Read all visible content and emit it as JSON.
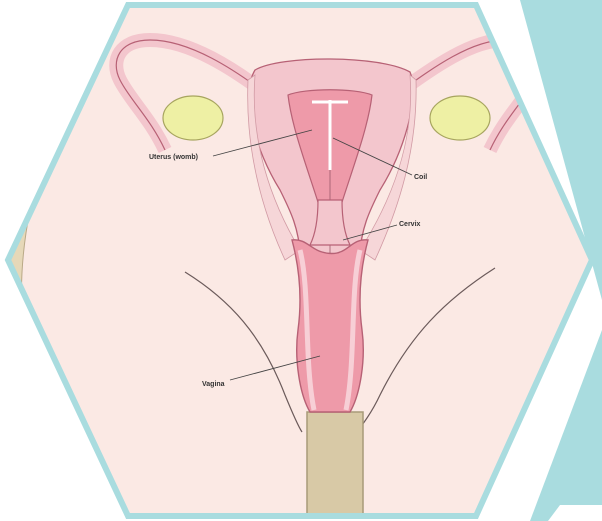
{
  "labels": {
    "uterus": "Uterus (womb)",
    "coil": "Coil",
    "cervix": "Cervix",
    "vagina": "Vagina"
  },
  "colors": {
    "background": "#fbe9e4",
    "frame": "#a9dcdf",
    "tissue_outer": "#f3c6cd",
    "tissue_inner": "#ee9aa9",
    "tissue_line": "#b76175",
    "ovary": "#eef0a4",
    "skin": "#d8c9a6"
  }
}
